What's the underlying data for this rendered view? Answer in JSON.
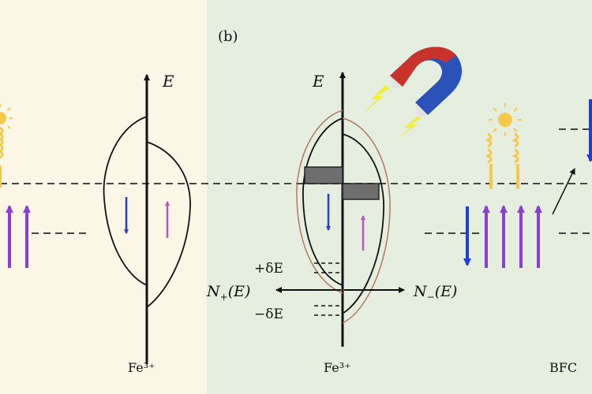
{
  "colors": {
    "panel_a_bg": "#fcf6e6",
    "panel_b_bg": "#e6efdf",
    "spin_up": "#8a3fd0",
    "spin_down": "#1f3fd8",
    "small_up": "#b05ab8",
    "photon": "#f4c84a",
    "band_fill": "#6e6e6e",
    "curve_brown": "#b07a62",
    "magnet_red": "#c8342c",
    "magnet_blue": "#2a52b8",
    "magnet_pole": "#e2e2e2"
  },
  "icons": [
    "sun-icon",
    "magnet-icon",
    "lightning-icon",
    "wavy-photon-icon"
  ],
  "labels": {
    "panel_b_tag": "(b)",
    "energy_axis_a": "E",
    "energy_axis_b": "E",
    "ion_a": "Fe³⁺",
    "ion_b": "Fe³⁺",
    "material": "BFC",
    "plus_delta": "+δE",
    "minus_delta": "−δE",
    "n_plus_main": "N",
    "n_plus_sub": "+",
    "n_minus_main": "N",
    "n_minus_sub": "−",
    "e_arg": "(E)"
  }
}
